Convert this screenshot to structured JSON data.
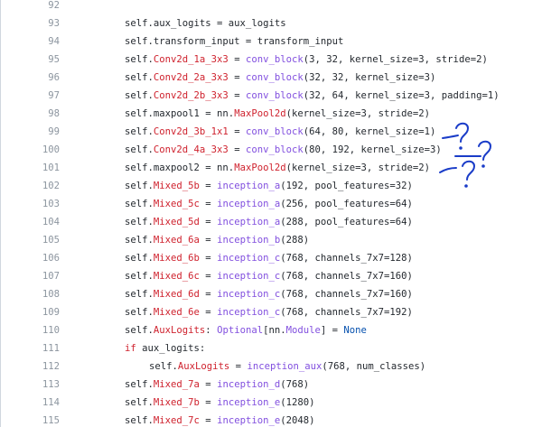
{
  "code_view": {
    "lines": [
      {
        "n": "92",
        "indent": 0,
        "tokens": []
      },
      {
        "n": "93",
        "indent": 0,
        "tokens": [
          [
            "id",
            "self.aux_logits = aux_logits"
          ]
        ]
      },
      {
        "n": "94",
        "indent": 0,
        "tokens": [
          [
            "id",
            "self.transform_input = transform_input"
          ]
        ]
      },
      {
        "n": "95",
        "indent": 0,
        "tokens": [
          [
            "id",
            "self."
          ],
          [
            "attr",
            "Conv2d_1a_3x3"
          ],
          [
            "op",
            " = "
          ],
          [
            "fn",
            "conv_block"
          ],
          [
            "op",
            "(3, 32, kernel_size=3, stride=2)"
          ]
        ]
      },
      {
        "n": "96",
        "indent": 0,
        "tokens": [
          [
            "id",
            "self."
          ],
          [
            "attr",
            "Conv2d_2a_3x3"
          ],
          [
            "op",
            " = "
          ],
          [
            "fn",
            "conv_block"
          ],
          [
            "op",
            "(32, 32, kernel_size=3)"
          ]
        ]
      },
      {
        "n": "97",
        "indent": 0,
        "tokens": [
          [
            "id",
            "self."
          ],
          [
            "attr",
            "Conv2d_2b_3x3"
          ],
          [
            "op",
            " = "
          ],
          [
            "fn",
            "conv_block"
          ],
          [
            "op",
            "(32, 64, kernel_size=3, padding=1)"
          ]
        ]
      },
      {
        "n": "98",
        "indent": 0,
        "tokens": [
          [
            "id",
            "self.maxpool1 = nn."
          ],
          [
            "attr",
            "MaxPool2d"
          ],
          [
            "op",
            "(kernel_size=3, stride=2)"
          ]
        ]
      },
      {
        "n": "99",
        "indent": 0,
        "tokens": [
          [
            "id",
            "self."
          ],
          [
            "attr",
            "Conv2d_3b_1x1"
          ],
          [
            "op",
            " = "
          ],
          [
            "fn",
            "conv_block"
          ],
          [
            "op",
            "(64, 80, kernel_size=1)"
          ]
        ]
      },
      {
        "n": "100",
        "indent": 0,
        "tokens": [
          [
            "id",
            "self."
          ],
          [
            "attr",
            "Conv2d_4a_3x3"
          ],
          [
            "op",
            " = "
          ],
          [
            "fn",
            "conv_block"
          ],
          [
            "op",
            "(80, 192, kernel_size=3)"
          ]
        ]
      },
      {
        "n": "101",
        "indent": 0,
        "tokens": [
          [
            "id",
            "self.maxpool2 = nn."
          ],
          [
            "attr",
            "MaxPool2d"
          ],
          [
            "op",
            "(kernel_size=3, stride=2)"
          ]
        ]
      },
      {
        "n": "102",
        "indent": 0,
        "tokens": [
          [
            "id",
            "self."
          ],
          [
            "attr",
            "Mixed_5b"
          ],
          [
            "op",
            " = "
          ],
          [
            "fn",
            "inception_a"
          ],
          [
            "op",
            "(192, pool_features=32)"
          ]
        ]
      },
      {
        "n": "103",
        "indent": 0,
        "tokens": [
          [
            "id",
            "self."
          ],
          [
            "attr",
            "Mixed_5c"
          ],
          [
            "op",
            " = "
          ],
          [
            "fn",
            "inception_a"
          ],
          [
            "op",
            "(256, pool_features=64)"
          ]
        ]
      },
      {
        "n": "104",
        "indent": 0,
        "tokens": [
          [
            "id",
            "self."
          ],
          [
            "attr",
            "Mixed_5d"
          ],
          [
            "op",
            " = "
          ],
          [
            "fn",
            "inception_a"
          ],
          [
            "op",
            "(288, pool_features=64)"
          ]
        ]
      },
      {
        "n": "105",
        "indent": 0,
        "tokens": [
          [
            "id",
            "self."
          ],
          [
            "attr",
            "Mixed_6a"
          ],
          [
            "op",
            " = "
          ],
          [
            "fn",
            "inception_b"
          ],
          [
            "op",
            "(288)"
          ]
        ]
      },
      {
        "n": "106",
        "indent": 0,
        "tokens": [
          [
            "id",
            "self."
          ],
          [
            "attr",
            "Mixed_6b"
          ],
          [
            "op",
            " = "
          ],
          [
            "fn",
            "inception_c"
          ],
          [
            "op",
            "(768, channels_7x7=128)"
          ]
        ]
      },
      {
        "n": "107",
        "indent": 0,
        "tokens": [
          [
            "id",
            "self."
          ],
          [
            "attr",
            "Mixed_6c"
          ],
          [
            "op",
            " = "
          ],
          [
            "fn",
            "inception_c"
          ],
          [
            "op",
            "(768, channels_7x7=160)"
          ]
        ]
      },
      {
        "n": "108",
        "indent": 0,
        "tokens": [
          [
            "id",
            "self."
          ],
          [
            "attr",
            "Mixed_6d"
          ],
          [
            "op",
            " = "
          ],
          [
            "fn",
            "inception_c"
          ],
          [
            "op",
            "(768, channels_7x7=160)"
          ]
        ]
      },
      {
        "n": "109",
        "indent": 0,
        "tokens": [
          [
            "id",
            "self."
          ],
          [
            "attr",
            "Mixed_6e"
          ],
          [
            "op",
            " = "
          ],
          [
            "fn",
            "inception_c"
          ],
          [
            "op",
            "(768, channels_7x7=192)"
          ]
        ]
      },
      {
        "n": "110",
        "indent": 0,
        "tokens": [
          [
            "id",
            "self."
          ],
          [
            "attr",
            "AuxLogits"
          ],
          [
            "op",
            ": "
          ],
          [
            "fn",
            "Optional"
          ],
          [
            "op",
            "[nn."
          ],
          [
            "fn",
            "Module"
          ],
          [
            "op",
            "] = "
          ],
          [
            "num",
            "None"
          ]
        ]
      },
      {
        "n": "111",
        "indent": 0,
        "tokens": [
          [
            "kw",
            "if"
          ],
          [
            "op",
            " aux_logits:"
          ]
        ]
      },
      {
        "n": "112",
        "indent": 1,
        "tokens": [
          [
            "id",
            "self."
          ],
          [
            "attr",
            "AuxLogits"
          ],
          [
            "op",
            " = "
          ],
          [
            "fn",
            "inception_aux"
          ],
          [
            "op",
            "(768, num_classes)"
          ]
        ]
      },
      {
        "n": "113",
        "indent": 0,
        "tokens": [
          [
            "id",
            "self."
          ],
          [
            "attr",
            "Mixed_7a"
          ],
          [
            "op",
            " = "
          ],
          [
            "fn",
            "inception_d"
          ],
          [
            "op",
            "(768)"
          ]
        ]
      },
      {
        "n": "114",
        "indent": 0,
        "tokens": [
          [
            "id",
            "self."
          ],
          [
            "attr",
            "Mixed_7b"
          ],
          [
            "op",
            " = "
          ],
          [
            "fn",
            "inception_e"
          ],
          [
            "op",
            "(1280)"
          ]
        ]
      },
      {
        "n": "115",
        "indent": 0,
        "tokens": [
          [
            "id",
            "self."
          ],
          [
            "attr",
            "Mixed_7c"
          ],
          [
            "op",
            " = "
          ],
          [
            "fn",
            "inception_e"
          ],
          [
            "op",
            "(2048)"
          ]
        ]
      }
    ]
  },
  "colors": {
    "text": "#24292f",
    "line_number": "#8c959f",
    "attribute": "#cf222e",
    "function": "#8250df",
    "literal": "#0550ae",
    "annotation_ink": "#1a3cc8"
  }
}
